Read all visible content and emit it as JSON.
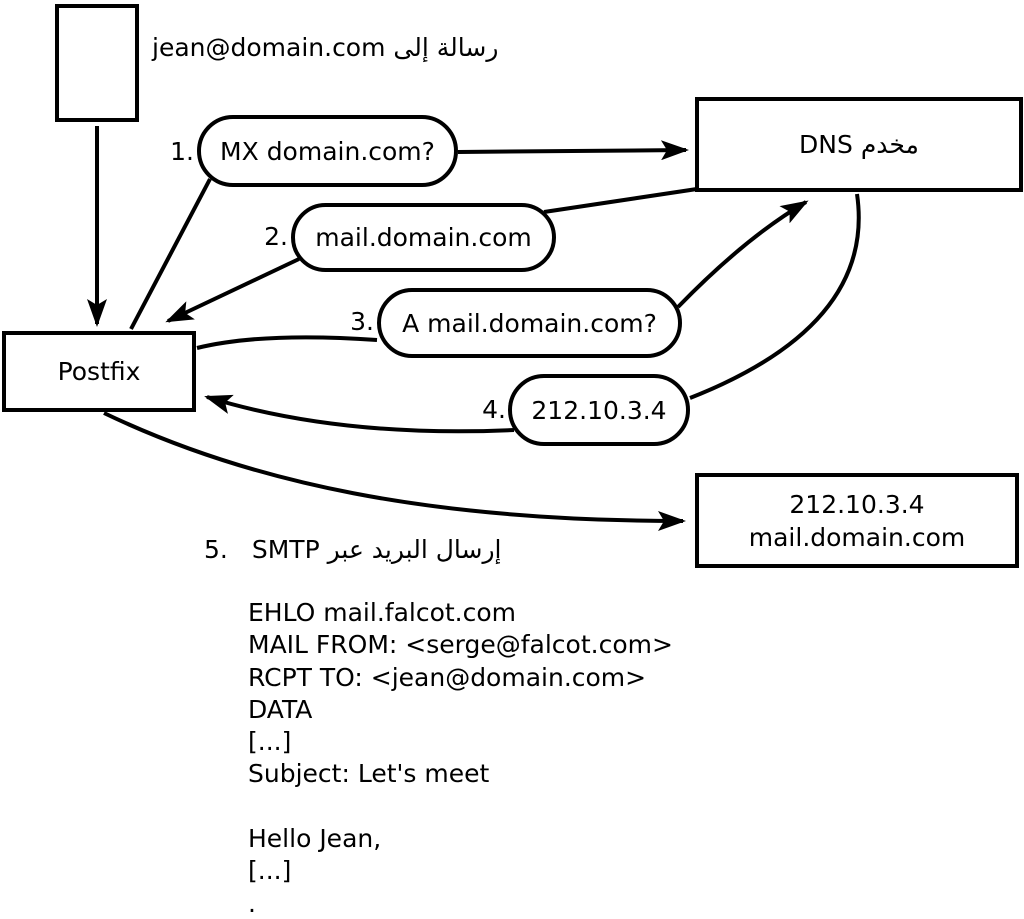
{
  "colors": {
    "stroke": "#000000",
    "background": "#ffffff"
  },
  "nodes": {
    "user_box": {
      "label": ""
    },
    "message_label": "رسالة إلى jean@domain.com",
    "postfix": {
      "label": "Postfix"
    },
    "dns": {
      "label": "مخدم DNS"
    },
    "mail_server": {
      "line1": "212.10.3.4",
      "line2": "mail.domain.com"
    }
  },
  "steps": [
    {
      "num": "1.",
      "label": "MX domain.com?"
    },
    {
      "num": "2.",
      "label": "mail.domain.com"
    },
    {
      "num": "3.",
      "label": "A mail.domain.com?"
    },
    {
      "num": "4.",
      "label": "212.10.3.4"
    },
    {
      "num": "5.",
      "label": "إرسال البريد عبر SMTP"
    }
  ],
  "smtp_session": {
    "lines": [
      "EHLO mail.falcot.com",
      "MAIL FROM: <serge@falcot.com>",
      "RCPT TO: <jean@domain.com>",
      "DATA",
      "[...]",
      "Subject: Let's meet",
      "",
      "Hello Jean,",
      "[...]",
      "."
    ]
  }
}
